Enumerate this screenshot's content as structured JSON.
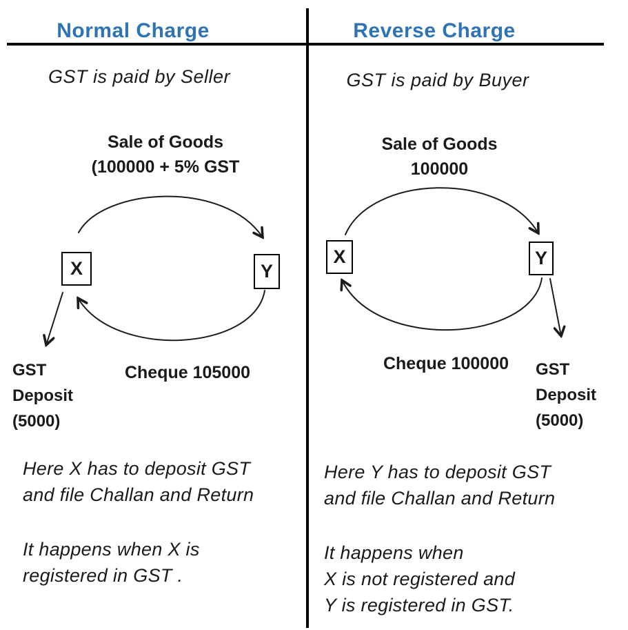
{
  "accent_color": "#2E74B5",
  "columns": {
    "left": {
      "title": "Normal Charge",
      "subtitle": "GST is paid by Seller",
      "sale_line1": "Sale of Goods",
      "sale_line2": "(100000 + 5% GST",
      "party_seller": "X",
      "party_buyer": "Y",
      "cheque_label": "Cheque 105000",
      "deposit_line1": "GST",
      "deposit_line2": "Deposit",
      "deposit_line3": "(5000)",
      "note1_line1": "Here X has to deposit GST",
      "note1_line2": "and file Challan and Return",
      "note2_line1": "It happens when X is",
      "note2_line2": "registered in GST ."
    },
    "right": {
      "title": "Reverse Charge",
      "subtitle": "GST is paid by Buyer",
      "sale_line1": "Sale of Goods",
      "sale_line2": "100000",
      "party_seller": "X",
      "party_buyer": "Y",
      "cheque_label": "Cheque 100000",
      "deposit_line1": "GST",
      "deposit_line2": "Deposit",
      "deposit_line3": "(5000)",
      "note1_line1": "Here Y has to deposit GST",
      "note1_line2": "and file Challan and Return",
      "note2_line1": "It happens when",
      "note2_line2": "X is not registered and",
      "note2_line3": "Y is registered in GST."
    }
  }
}
